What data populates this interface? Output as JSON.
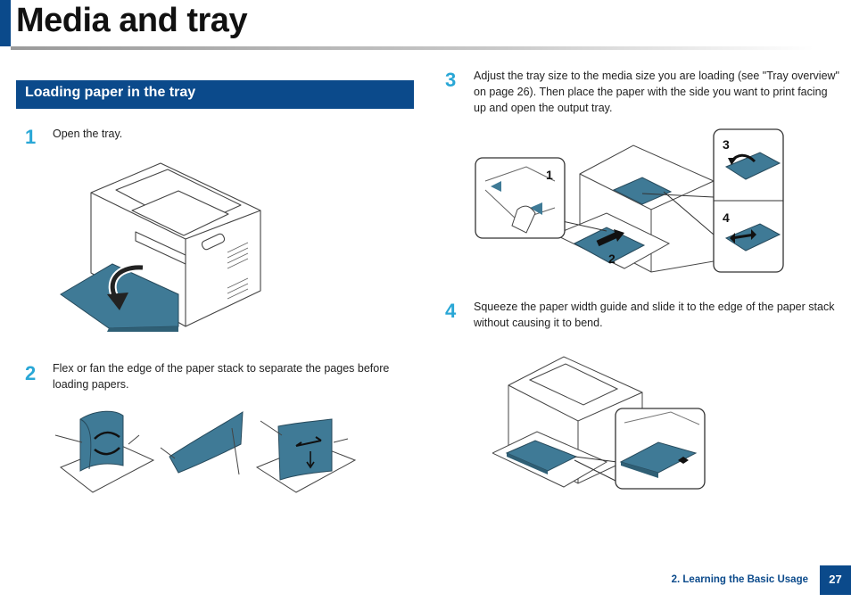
{
  "header": {
    "title": "Media and tray"
  },
  "section": {
    "title": "Loading paper in the tray"
  },
  "steps": [
    {
      "number": "1",
      "text": "Open the tray."
    },
    {
      "number": "2",
      "text": "Flex or fan the edge of the paper stack to separate the pages before loading papers."
    },
    {
      "number": "3",
      "text": "Adjust the tray size to the media size you are loading (see \"Tray overview\" on page 26). Then place the paper with the side you want to print facing up and open the output tray."
    },
    {
      "number": "4",
      "text": "Squeeze the paper width guide and slide it to the edge of the paper stack without causing it to bend."
    }
  ],
  "figure3_callouts": [
    "1",
    "2",
    "3",
    "4"
  ],
  "footer": {
    "chapter": "2.  Learning the Basic Usage",
    "page": "27"
  },
  "colors": {
    "accent": "#0b4a8b",
    "step_number": "#29a7d6",
    "paper": "#3f7a96"
  }
}
